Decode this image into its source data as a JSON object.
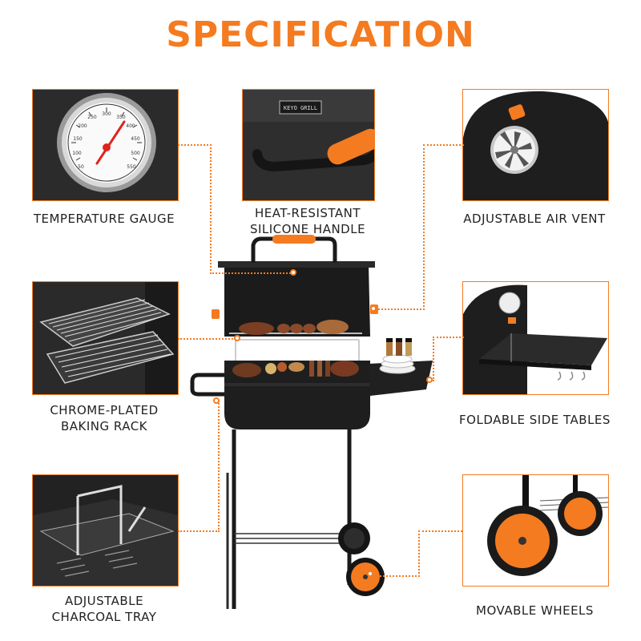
{
  "title": "SPECIFICATION",
  "colors": {
    "accent": "#f47b20",
    "grill_body": "#1f1f1f"
  },
  "features": {
    "temperature_gauge": {
      "label": "TEMPERATURE GAUGE",
      "dial_numbers": [
        "50",
        "100",
        "150",
        "200",
        "250",
        "300",
        "350",
        "400",
        "450",
        "500",
        "550"
      ]
    },
    "handle": {
      "label_line1": "HEAT-RESISTANT",
      "label_line2": "SILICONE HANDLE",
      "plate_text": "KEYO GRILL"
    },
    "air_vent": {
      "label": "ADJUSTABLE AIR VENT"
    },
    "baking_rack": {
      "label_line1": "CHROME-PLATED",
      "label_line2": "BAKING RACK"
    },
    "side_tables": {
      "label": "FOLDABLE SIDE TABLES"
    },
    "charcoal_tray": {
      "label_line1": "ADJUSTABLE",
      "label_line2": "CHARCOAL TRAY"
    },
    "wheels": {
      "label": "MOVABLE WHEELS"
    }
  }
}
